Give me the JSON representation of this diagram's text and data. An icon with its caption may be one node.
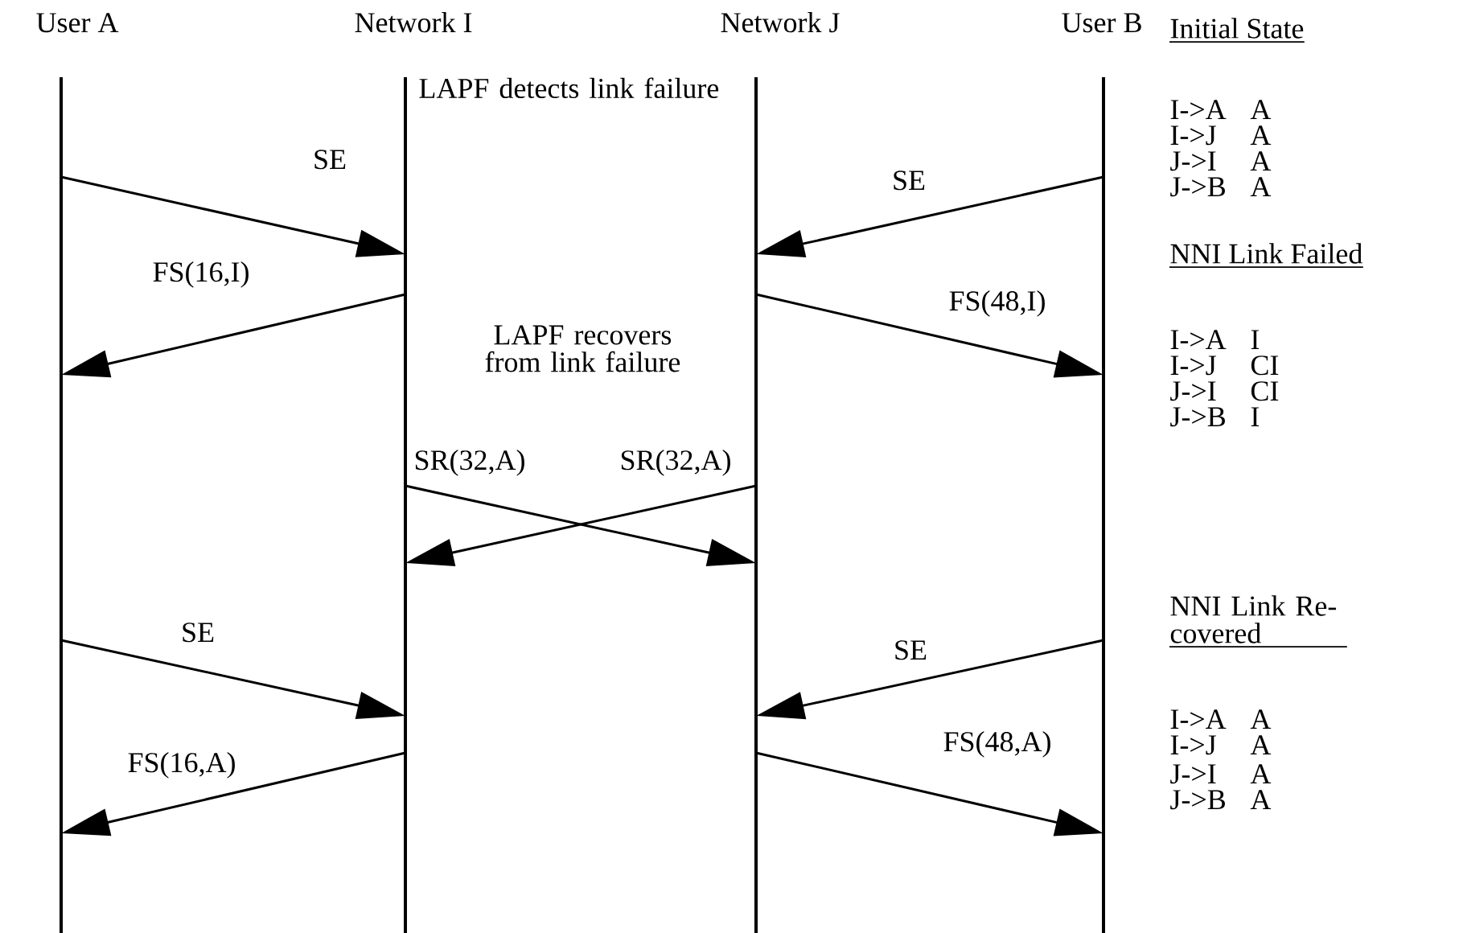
{
  "diagram": {
    "nodes": [
      {
        "text": [
          "User A"
        ]
      },
      {
        "text": [
          "Network I"
        ]
      },
      {
        "text": [
          "Network J"
        ]
      },
      {
        "text": [
          "User B"
        ]
      }
    ],
    "edges": [
      {
        "from": 0,
        "to": 1,
        "arrow": "to",
        "label": "SE"
      },
      {
        "from": 3,
        "to": 2,
        "arrow": "to",
        "label": "SE"
      },
      {
        "from": 1,
        "to": 0,
        "arrow": "to",
        "label": "FS(16,I)"
      },
      {
        "from": 2,
        "to": 3,
        "arrow": "to",
        "label": "FS(48,I)"
      },
      {
        "from": 1,
        "to": 2,
        "arrow": "to",
        "label": "SR(32,A)"
      },
      {
        "from": 2,
        "to": 1,
        "arrow": "to",
        "label": "SR(32,A)"
      },
      {
        "from": 0,
        "to": 1,
        "arrow": "to",
        "label": "SE"
      },
      {
        "from": 3,
        "to": 2,
        "arrow": "to",
        "label": "SE"
      },
      {
        "from": 1,
        "to": 0,
        "arrow": "to",
        "label": "FS(16,A)"
      },
      {
        "from": 2,
        "to": 3,
        "arrow": "to",
        "label": "FS(48,A)"
      }
    ],
    "labels": [
      "LAPF detects link failure",
      "Initial State",
      "I->A",
      "A",
      "I->J",
      "A",
      "J->I",
      "A",
      "J->B",
      "A",
      "LAPF recovers from link failure",
      "NNI Link Failed",
      "I->A",
      "I",
      "I->J",
      "CI",
      "J->I",
      "CI",
      "J->B",
      "I",
      "NNI Link Re- covered",
      "I->A",
      "A",
      "I->J",
      "A",
      "J->I",
      "A",
      "J->B",
      "A"
    ]
  }
}
